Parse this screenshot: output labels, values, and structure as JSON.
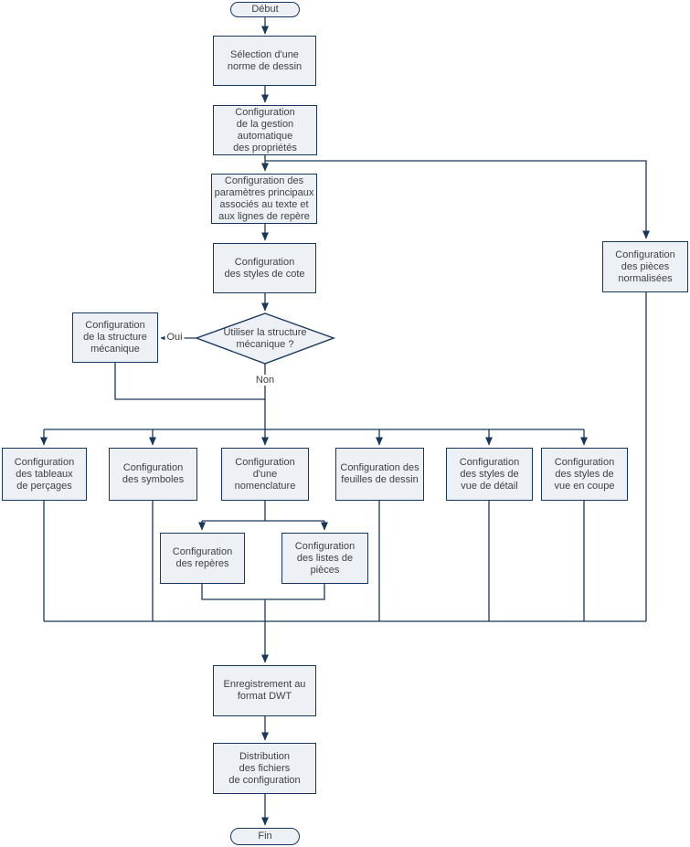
{
  "colors": {
    "border": "#17375d",
    "fill": "#edf1f6",
    "text": "#3f3f3f"
  },
  "nodes": {
    "start": "Début",
    "selection_norme": "Sélection d'une\nnorme de dessin",
    "gestion_proprietes": "Configuration\nde la gestion\nautomatique\ndes propriétés",
    "parametres_texte": "Configuration des\nparamètres principaux\nassociés au texte et\naux lignes de repère",
    "styles_cote": "Configuration\ndes styles de cote",
    "pieces_normalisees": "Configuration\ndes pièces\nnormalisées",
    "decision_structure": "Utiliser la structure\nmécanique ?",
    "structure_mecanique": "Configuration\nde la structure\nmécanique",
    "tableaux_percages": "Configuration\ndes tableaux\nde perçages",
    "symboles": "Configuration\ndes symboles",
    "nomenclature": "Configuration\nd'une\nnomenclature",
    "feuilles_dessin": "Configuration des\nfeuilles de dessin",
    "styles_vue_detail": "Configuration\ndes styles de\nvue de détail",
    "styles_vue_coupe": "Configuration\ndes styles de\nvue en coupe",
    "reperes": "Configuration\ndes repères",
    "listes_pieces": "Configuration\ndes listes de\npièces",
    "enregistrement_dwt": "Enregistrement au\nformat DWT",
    "distribution_fichiers": "Distribution\ndes fichiers\nde configuration",
    "end": "Fin"
  },
  "edge_labels": {
    "yes": "Oui",
    "no": "Non"
  }
}
